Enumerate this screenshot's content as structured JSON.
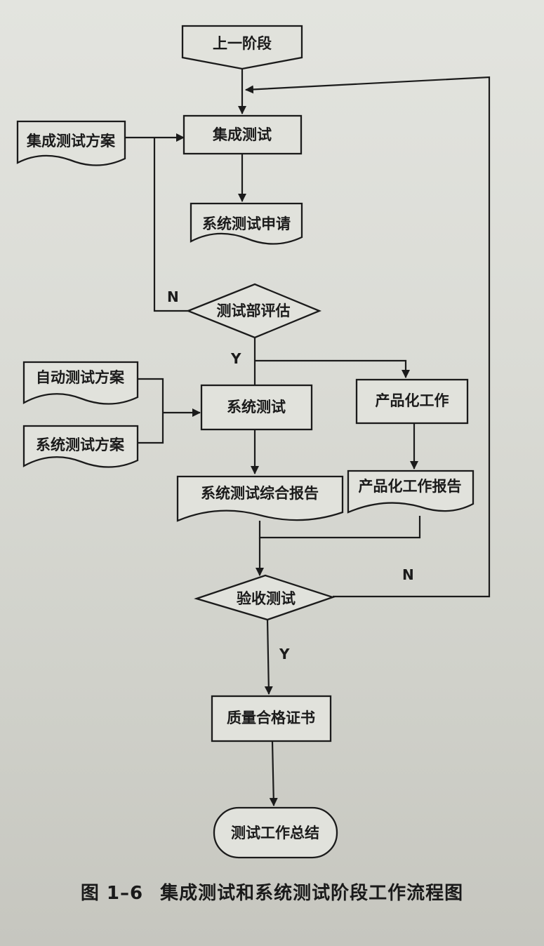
{
  "nodes": {
    "prev_stage": "上一阶段",
    "integration_test_plan": "集成测试方案",
    "integration_test": "集成测试",
    "system_test_request": "系统测试申请",
    "test_dept_evaluation": "测试部评估",
    "auto_test_plan": "自动测试方案",
    "system_test_plan": "系统测试方案",
    "system_test": "系统测试",
    "productization_work": "产品化工作",
    "system_test_report": "系统测试综合报告",
    "productization_report": "产品化工作报告",
    "acceptance_test": "验收测试",
    "quality_certificate": "质量合格证书",
    "test_summary": "测试工作总结"
  },
  "branches": {
    "eval_no": "N",
    "eval_yes": "Y",
    "accept_no": "N",
    "accept_yes": "Y"
  },
  "caption": {
    "number": "图 1–6",
    "title": "集成测试和系统测试阶段工作流程图"
  },
  "colors": {
    "paper": "#dcddd7",
    "ink": "#1b1b1b"
  }
}
